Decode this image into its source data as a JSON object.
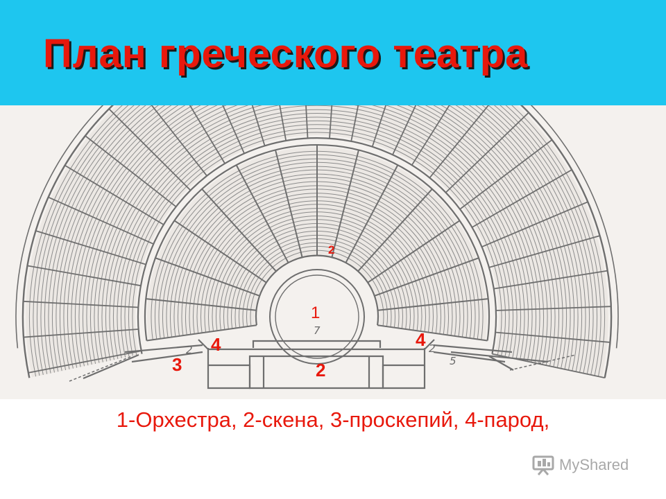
{
  "slide": {
    "title": "План греческого театра",
    "caption": "1-Орхестра, 2-скена, 3-проскепий, 4-парод,"
  },
  "plan": {
    "labels": {
      "orchestra": "1",
      "theatron": "2",
      "skene": "2",
      "proskenion": "3",
      "parodos_left": "4",
      "parodos_right": "4"
    },
    "drawing_numbers": [
      "7",
      "2",
      "2",
      "5"
    ]
  },
  "watermark": {
    "icon": "presentation-board-icon",
    "text": "MyShared"
  },
  "colors": {
    "header_background": "#1ec6ef",
    "accent_red": "#e8180c",
    "title_shadow": "#1a1a1a",
    "plan_background": "#f4f1ee",
    "line_gray": "#6e6e6e"
  }
}
